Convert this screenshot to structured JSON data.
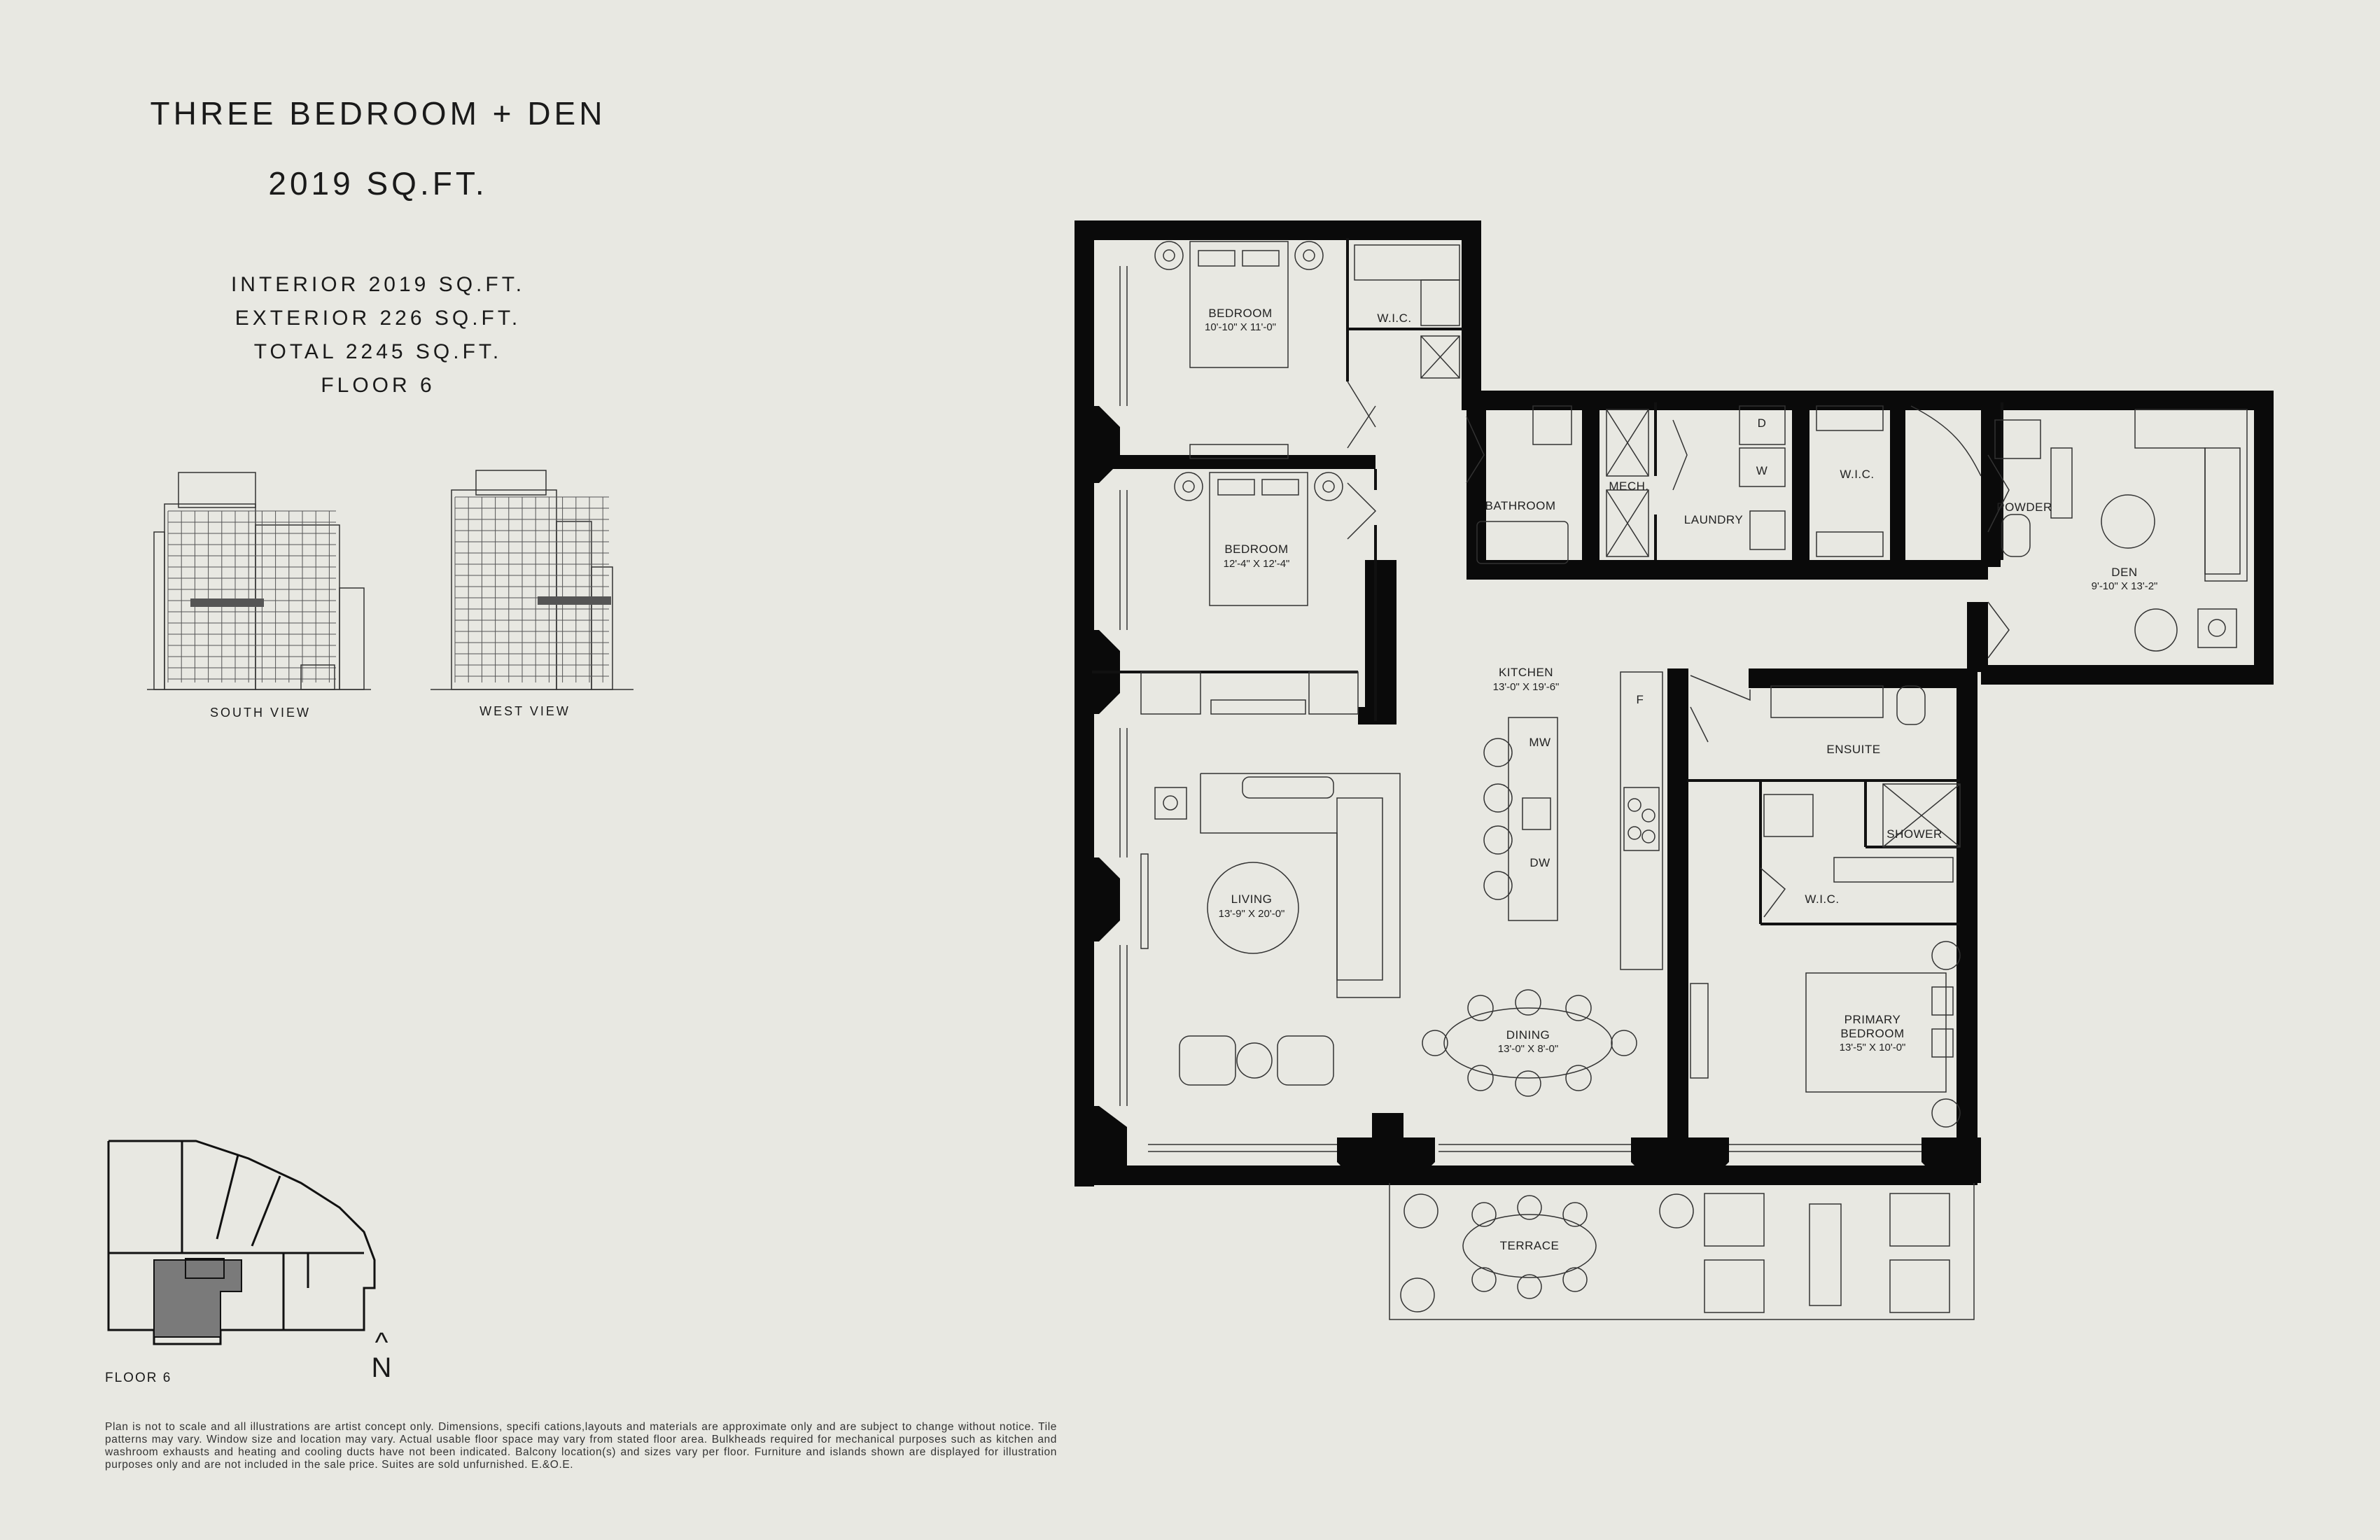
{
  "header": {
    "unit_type": "THREE BEDROOM + DEN",
    "total_area": "2019 SQ.FT."
  },
  "stats": {
    "interior": "INTERIOR  2019 SQ.FT.",
    "exterior": "EXTERIOR 226 SQ.FT.",
    "total": "TOTAL 2245 SQ.FT.",
    "floor": "FLOOR 6"
  },
  "elevations": {
    "south_label": "SOUTH VIEW",
    "west_label": "WEST VIEW"
  },
  "keyplan": {
    "floor_label": "FLOOR 6",
    "north_arrow": "^",
    "north_letter": "N"
  },
  "rooms": {
    "bedroom1": {
      "name": "BEDROOM",
      "dim": "10'-10\" X 11'-0\""
    },
    "wic1": {
      "name": "W.I.C."
    },
    "bedroom2": {
      "name": "BEDROOM",
      "dim": "12'-4\" X 12'-4\""
    },
    "bathroom": {
      "name": "BATHROOM"
    },
    "mech": {
      "name": "MECH."
    },
    "laundry": {
      "name": "LAUNDRY"
    },
    "laundry_d": "D",
    "laundry_w": "W",
    "wic2": {
      "name": "W.I.C."
    },
    "powder": {
      "name": "POWDER"
    },
    "den": {
      "name": "DEN",
      "dim": "9'-10\" X 13'-2\""
    },
    "kitchen": {
      "name": "KITCHEN",
      "dim": "13'-0\" X 19'-6\""
    },
    "kitchen_mw": "MW",
    "kitchen_dw": "DW",
    "kitchen_f": "F",
    "living": {
      "name": "LIVING",
      "dim": "13'-9\" X 20'-0\""
    },
    "dining": {
      "name": "DINING",
      "dim": "13'-0\" X 8'-0\""
    },
    "ensuite": {
      "name": "ENSUITE"
    },
    "shower": {
      "name": "SHOWER"
    },
    "wic3": {
      "name": "W.I.C."
    },
    "primary": {
      "name": "PRIMARY",
      "name2": "BEDROOM",
      "dim": "13'-5\" X 10'-0\""
    },
    "terrace": {
      "name": "TERRACE"
    }
  },
  "disclaimer": "Plan is not to scale and all illustrations are artist concept only. Dimensions, specifi cations,layouts and materials are approximate only and are subject to change without notice. Tile patterns may vary. Window size and location may vary. Actual usable floor space may vary from stated floor area. Bulkheads required for mechanical purposes such as kitchen and washroom exhausts and heating and cooling ducts have not been indicated. Balcony location(s) and sizes vary per floor. Furniture and islands shown are displayed for illustration purposes only and are not included in the sale price. Suites are sold unfurnished. E.&O.E.",
  "colors": {
    "background": "#e8e8e2",
    "wall": "#0a0a0a",
    "highlight_unit": "#7a7a7a"
  }
}
